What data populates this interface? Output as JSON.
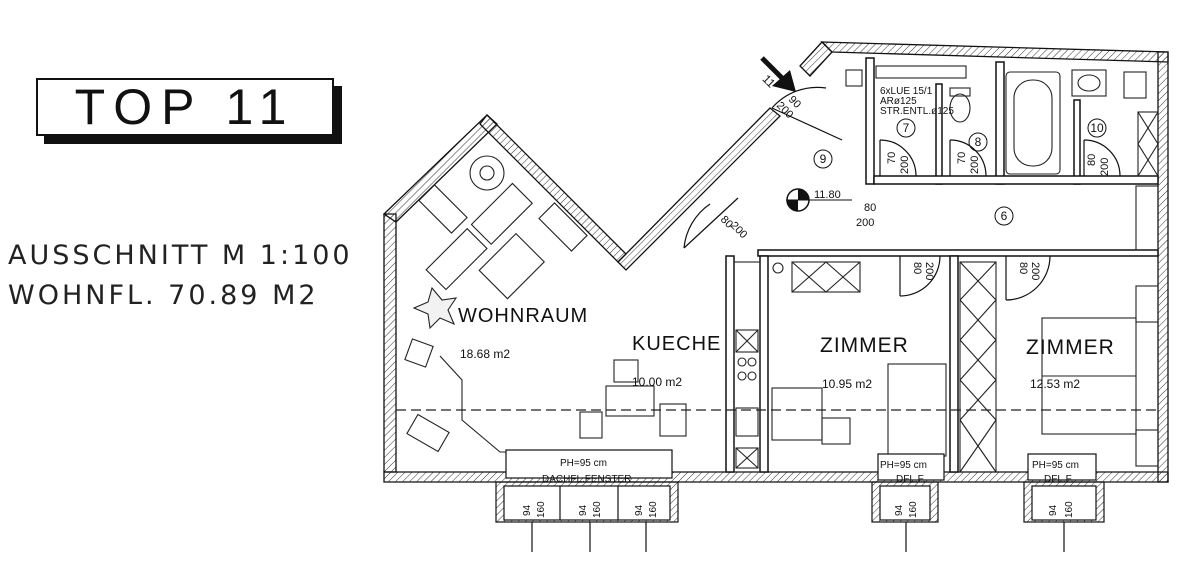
{
  "title": "TOP 11",
  "scale": "AUSSCHNITT M 1:100",
  "area": "WOHNFL. 70.89 M2",
  "rooms": [
    {
      "name": "WOHNRAUM",
      "size": "18.68 m2"
    },
    {
      "name": "KUECHE",
      "size": "10.00 m2"
    },
    {
      "name": "ZIMMER",
      "size": "10.95 m2"
    },
    {
      "name": "ZIMMER",
      "size": "12.53 m2"
    }
  ],
  "room_numbers": [
    "6",
    "7",
    "8",
    "9",
    "10",
    "11"
  ],
  "door_labels": {
    "entrance": [
      "90",
      "200"
    ],
    "vorraum": [
      "80",
      "200"
    ],
    "kitchen": [
      "80",
      "200"
    ],
    "zimmer1": [
      "80",
      "200"
    ],
    "zimmer2": [
      "80",
      "200"
    ],
    "wc": [
      "70",
      "200"
    ],
    "bad": [
      "70",
      "200"
    ],
    "abstell": [
      "80",
      "200"
    ]
  },
  "vent_note": [
    "6xLUE 15/1",
    "ARø125",
    "STR.ENTL.ø125"
  ],
  "height_mark": "11.80",
  "window_labels": {
    "ph": "PH=95 cm",
    "dachfenster": "DACHFL.FENSTER",
    "dfl": "DFL.F.",
    "w": "94",
    "h": "160"
  }
}
